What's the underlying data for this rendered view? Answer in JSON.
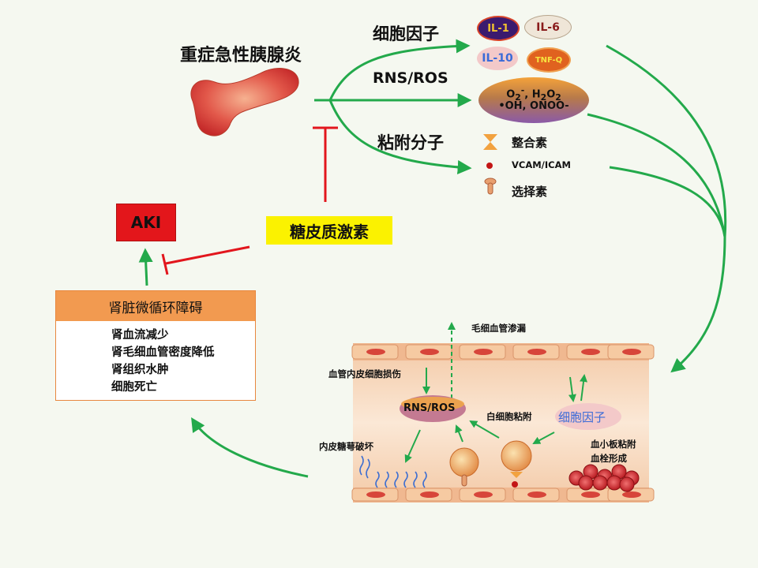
{
  "title": "重症急性胰腺炎",
  "branches": {
    "cytokines": "细胞因子",
    "rns_ros": "RNS/ROS",
    "adhesion": "粘附分子"
  },
  "cytokine_items": [
    "IL-1",
    "IL-6",
    "IL-10",
    "TNF-Q"
  ],
  "ros_species": {
    "line1_o2": "O",
    "line1_o2_sub": "2",
    "line1_o2_sup": "-",
    "line1_h2o2": ", H",
    "line1_h2o2_sub1": "2",
    "line1_o": "O",
    "line1_h2o2_sub2": "2",
    "line2": "•OH, ONOO-"
  },
  "adhesion_items": [
    "整合素",
    "VCAM/ICAM",
    "选择素"
  ],
  "aki": "AKI",
  "glucocorticoid": "糖皮质激素",
  "renal_box": {
    "header": "肾脏微循环障碍",
    "items": [
      "肾血流减少",
      "肾毛细血管密度降低",
      "肾组织水肿",
      "细胞死亡"
    ]
  },
  "vessel": {
    "capillary_leak": "毛细血管渗漏",
    "endothelial_injury": "血管内皮细胞损伤",
    "rns_ros": "RNS/ROS",
    "leukocyte_adhesion": "白细胞粘附",
    "cytokines": "细胞因子",
    "glycocalyx": "内皮糖萼破坏",
    "platelet_line1": "血小板粘附",
    "platelet_line2": "血栓形成"
  },
  "colors": {
    "arrow_green": "#23a94b",
    "inhibit_red": "#e2161d",
    "aki_red": "#e3161b",
    "gc_yellow": "#fbf200",
    "renal_orange": "#f29a50"
  }
}
